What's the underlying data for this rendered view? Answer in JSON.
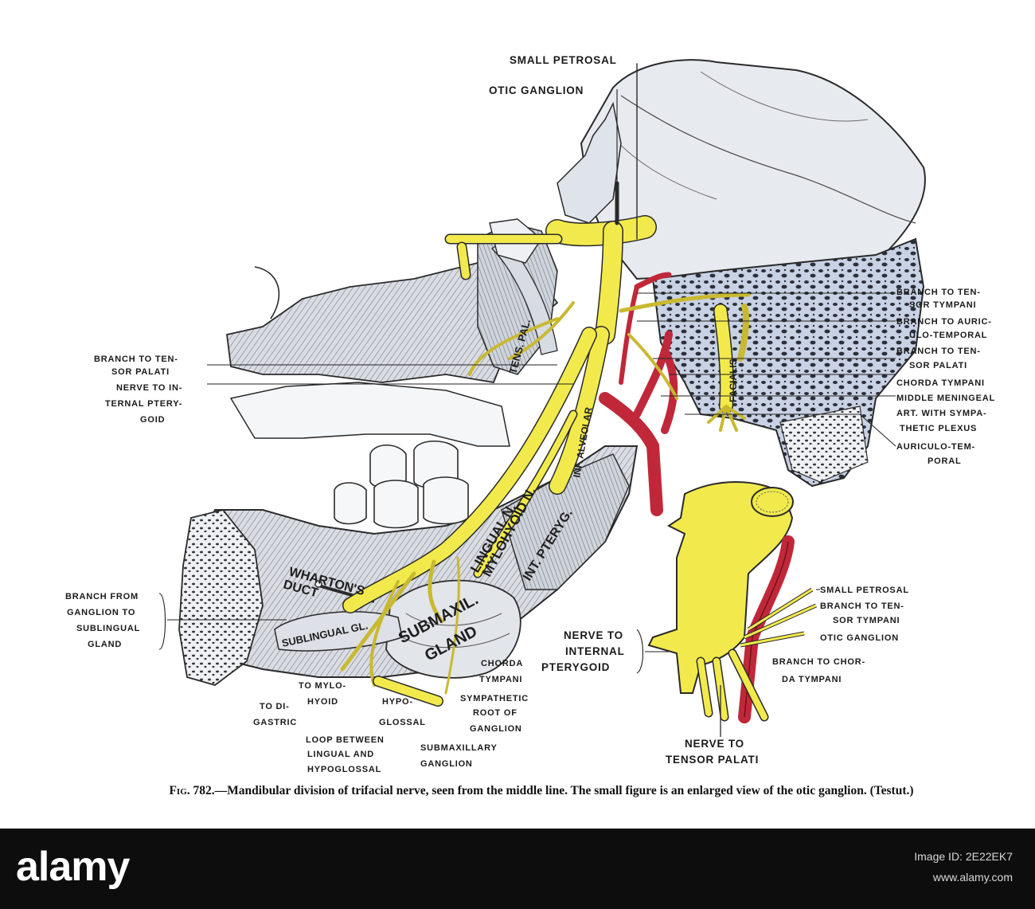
{
  "labels": {
    "small_petrosal": "SMALL PETROSAL",
    "otic_ganglion": "OTIC GANGLION",
    "branch_tensor_palati_1": "BRANCH TO TEN-",
    "branch_tensor_palati_2": "SOR PALATI",
    "nerve_int_pterygoid_1": "NERVE TO IN-",
    "nerve_int_pterygoid_2": "TERNAL PTERY-",
    "nerve_int_pterygoid_3": "GOID",
    "r_branch_tensor_tympani_1": "BRANCH TO TEN-",
    "r_branch_tensor_tympani_2": "SOR TYMPANI",
    "r_branch_auriculo_1": "BRANCH TO AURIC-",
    "r_branch_auriculo_2": "ULO-TEMPORAL",
    "r_branch_tensor_palati_1": "BRANCH TO TEN-",
    "r_branch_tensor_palati_2": "SOR PALATI",
    "r_chorda_tympani": "CHORDA TYMPANI",
    "r_middle_meningeal_1": "MIDDLE MENINGEAL",
    "r_middle_meningeal_2": "ART. WITH SYMPA-",
    "r_middle_meningeal_3": "THETIC PLEXUS",
    "r_auriculo_temporal_1": "AURICULO-TEM-",
    "r_auriculo_temporal_2": "PORAL",
    "l_branch_ganglion_1": "BRANCH FROM",
    "l_branch_ganglion_2": "GANGLION TO",
    "l_branch_ganglion_3": "SUBLINGUAL",
    "l_branch_ganglion_4": "GLAND",
    "to_mylohyoid_1": "TO MYLO-",
    "to_mylohyoid_2": "HYOID",
    "to_digastric_1": "TO DI-",
    "to_digastric_2": "GASTRIC",
    "hypoglossal_1": "HYPO-",
    "hypoglossal_2": "GLOSSAL",
    "loop_1": "LOOP BETWEEN",
    "loop_2": "LINGUAL AND",
    "loop_3": "HYPOGLOSSAL",
    "chorda_tympani_1": "CHORDA",
    "chorda_tympani_2": "TYMPANI",
    "sympathetic_1": "SYMPATHETIC",
    "sympathetic_2": "ROOT OF",
    "sympathetic_3": "GANGLION",
    "submax_ganglion_1": "SUBMAXILLARY",
    "submax_ganglion_2": "GANGLION",
    "inset_small_petrosal": "SMALL PETROSAL",
    "inset_branch_tensor_tympani_1": "BRANCH TO TEN-",
    "inset_branch_tensor_tympani_2": "SOR TYMPANI",
    "inset_otic_ganglion": "OTIC GANGLION",
    "inset_nerve_int_pterygoid_1": "NERVE TO",
    "inset_nerve_int_pterygoid_2": "INTERNAL",
    "inset_nerve_int_pterygoid_3": "PTERYGOID",
    "inset_branch_chorda_1": "BRANCH TO CHOR-",
    "inset_branch_chorda_2": "DA TYMPANI",
    "inset_nerve_tensor_palati_1": "NERVE TO",
    "inset_nerve_tensor_palati_2": "TENSOR PALATI"
  },
  "structures": {
    "tens_pal": "TENS. PAL.",
    "facialis": "FACIALIS",
    "inf_alveolar": "INF. ALVEOLAR",
    "lingual_n": "LINGUAL N.",
    "mylohyoid_n": "MYLOHYOID N.",
    "int_pteryg": "INT. PTERYG.",
    "whartons_duct_1": "WHARTON'S",
    "whartons_duct_2": "DUCT",
    "sublingual_gl": "SUBLINGUAL GL.",
    "submaxil_1": "SUBMAXIL.",
    "submaxil_2": "GLAND"
  },
  "caption": {
    "fig_number": "Fig. 782.",
    "text": "—Mandibular division of trifacial nerve, seen from the middle line.  The small figure is an enlarged view of the otic ganglion.  (Testut.)"
  },
  "colors": {
    "nerve": "#f2ea4c",
    "artery": "#c0283a",
    "bone": "#e6e9ee",
    "outline": "#2a2a2a"
  },
  "watermark": {
    "logo": "alamy",
    "image_id_label": "Image ID: 2E22EK7",
    "site": "www.alamy.com"
  }
}
